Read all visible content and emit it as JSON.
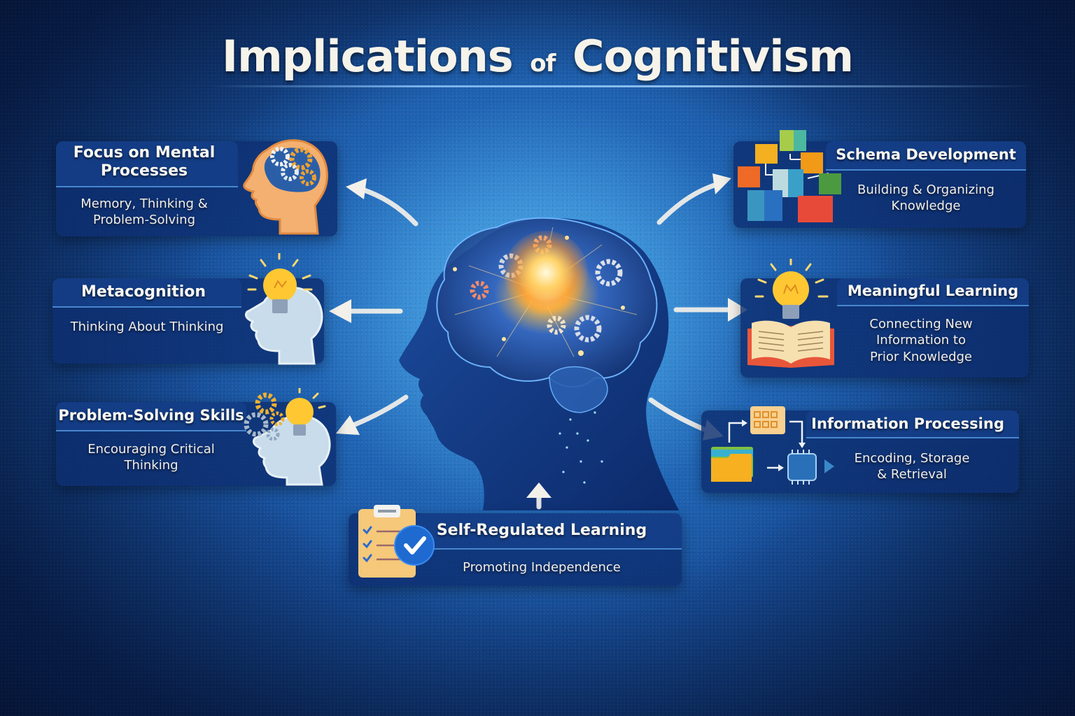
{
  "title": {
    "part1": "Implications",
    "part2": "of",
    "part3": "Cognitivism"
  },
  "colors": {
    "background_dark": "#0b2a5e",
    "background_center": "#5ab4ee",
    "card_fill": "#0e2e70",
    "card_header": "#16428c",
    "title_text": "#f6f3ea",
    "accent_orange": "#f0a030",
    "accent_yellow": "#ffc832"
  },
  "center": {
    "icon": "human-head-profile-with-glowing-brain-and-gears"
  },
  "left_cards": [
    {
      "title": "Focus on Mental Processes",
      "title_line1": "Focus on Mental",
      "title_line2": "Processes",
      "subtitle_line1": "Memory, Thinking &",
      "subtitle_line2": "Problem-Solving",
      "icon": "head-with-gears-icon"
    },
    {
      "title": "Metacognition",
      "subtitle_line1": "Thinking About Thinking",
      "icon": "head-with-lightbulb-icon"
    },
    {
      "title": "Problem-Solving Skills",
      "subtitle_line1": "Encouraging Critical",
      "subtitle_line2": "Thinking",
      "icon": "head-with-gears-and-lightbulb-icon"
    }
  ],
  "right_cards": [
    {
      "title": "Schema Development",
      "subtitle_line1": "Building & Organizing",
      "subtitle_line2": "Knowledge",
      "icon": "connected-cubes-icon"
    },
    {
      "title": "Meaningful Learning",
      "subtitle_line1": "Connecting New",
      "subtitle_line2": "Information to",
      "subtitle_line3": "Prior Knowledge",
      "icon": "lightbulb-over-open-book-icon"
    },
    {
      "title": "Information Processing",
      "subtitle_line1": "Encoding, Storage",
      "subtitle_line2": "& Retrieval",
      "icon": "folder-to-chip-flow-icon"
    }
  ],
  "bottom_card": {
    "title": "Self-Regulated Learning",
    "subtitle_line1": "Promoting Independence",
    "icon": "clipboard-checklist-icon"
  }
}
